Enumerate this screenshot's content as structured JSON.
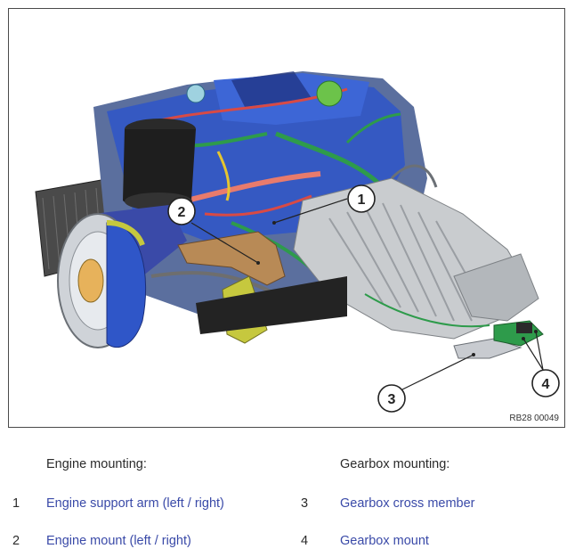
{
  "figure": {
    "code": "RB28 00049",
    "callouts": [
      "1",
      "2",
      "3",
      "4"
    ],
    "colors": {
      "engine_blue": "#2f56c8",
      "engine_green": "#2e9b4b",
      "engine_red": "#d84a45",
      "gearbox_grey": "#c9cccf",
      "link_blue": "#3a4aa8"
    }
  },
  "legend": {
    "engine_heading": "Engine mounting:",
    "gearbox_heading": "Gearbox mounting:",
    "items": [
      {
        "number": "1",
        "label": "Engine support arm (left / right)"
      },
      {
        "number": "2",
        "label": "Engine mount (left / right)"
      },
      {
        "number": "3",
        "label": "Gearbox cross member"
      },
      {
        "number": "4",
        "label": "Gearbox mount"
      }
    ]
  }
}
